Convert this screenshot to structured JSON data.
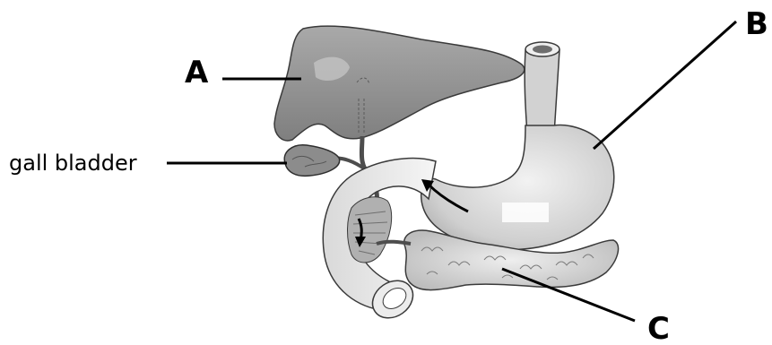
{
  "labels": {
    "a": "A",
    "b": "B",
    "c": "C",
    "gall_bladder": "gall bladder"
  },
  "colors": {
    "line": "#000000",
    "organ_dark": "#8a8a8a",
    "organ_mid": "#b5b5b5",
    "organ_light": "#e2e2e2",
    "outline": "#3a3a3a"
  }
}
